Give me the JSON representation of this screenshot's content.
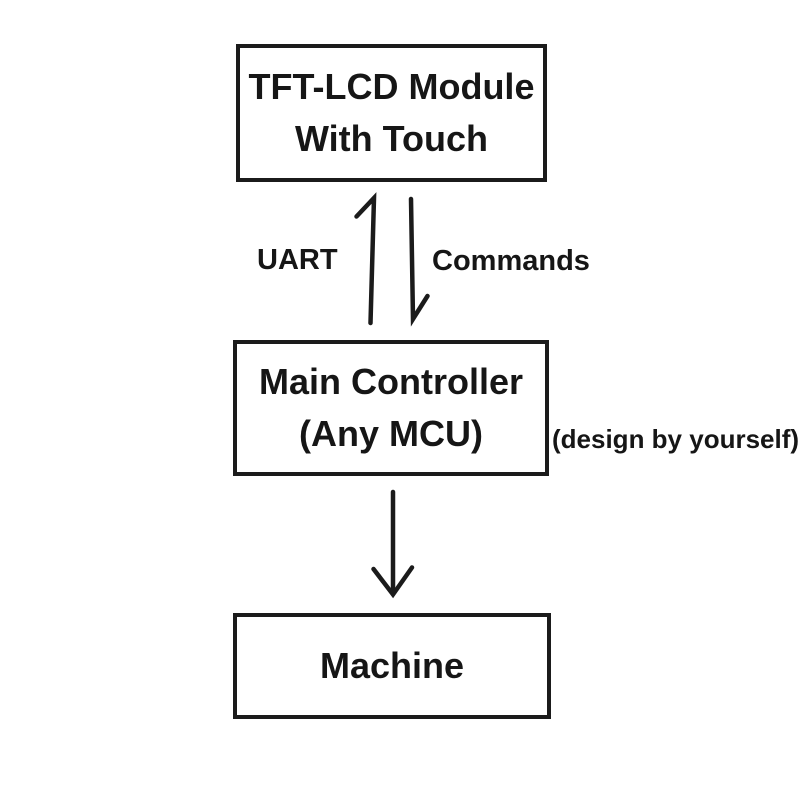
{
  "colors": {
    "background": "#ffffff",
    "line": "#1b1b1b",
    "text": "#161616"
  },
  "diagram": {
    "top_box": {
      "line1": "TFT-LCD Module",
      "line2": "With Touch"
    },
    "middle_box": {
      "line1": "Main Controller",
      "line2": "(Any MCU)"
    },
    "bottom_box": {
      "line1": "Machine"
    },
    "uart_label": "UART",
    "commands_label": "Commands",
    "annotation": "(design by yourself)",
    "arrows": [
      {
        "label": "UART",
        "direction": "up",
        "from": "Main Controller (Any MCU)",
        "to": "TFT-LCD Module With Touch"
      },
      {
        "label": "Commands",
        "direction": "down",
        "from": "TFT-LCD Module With Touch",
        "to": "Main Controller (Any MCU)"
      },
      {
        "label": "",
        "direction": "down",
        "from": "Main Controller (Any MCU)",
        "to": "Machine"
      }
    ]
  }
}
